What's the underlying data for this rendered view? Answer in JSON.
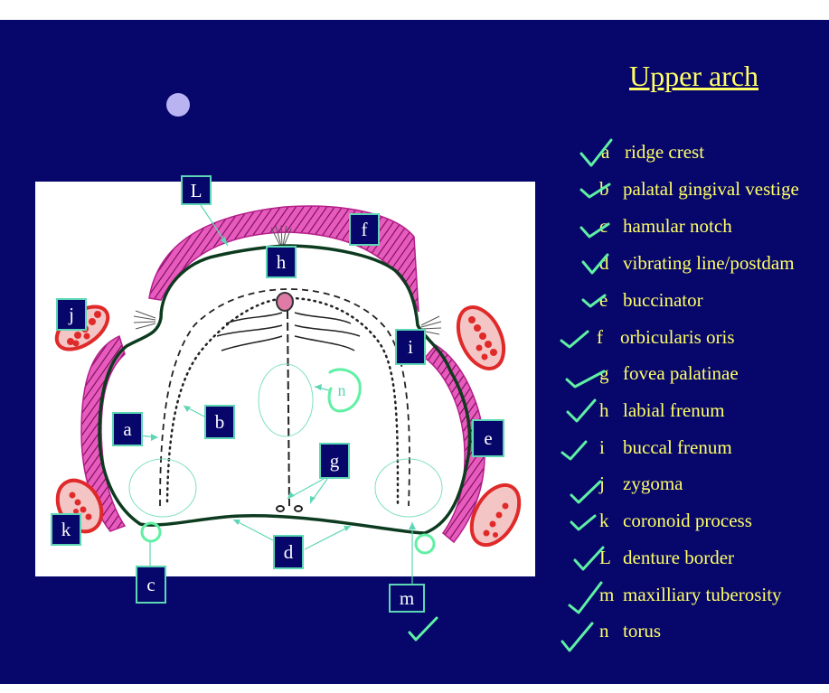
{
  "slide": {
    "title": "Upper arch",
    "legend": [
      {
        "key": "a",
        "text": "ridge crest"
      },
      {
        "key": "b",
        "text": "palatal gingival vestige"
      },
      {
        "key": "c",
        "text": "hamular notch"
      },
      {
        "key": "d",
        "text": "vibrating line/postdam"
      },
      {
        "key": "e",
        "text": "buccinator"
      },
      {
        "key": "f",
        "text": "orbicularis oris"
      },
      {
        "key": "g",
        "text": "fovea palatinae"
      },
      {
        "key": "h",
        "text": "labial frenum"
      },
      {
        "key": "i",
        "text": "buccal frenum"
      },
      {
        "key": "j",
        "text": "zygoma"
      },
      {
        "key": "k",
        "text": "coronoid process"
      },
      {
        "key": "L",
        "text": "denture border"
      },
      {
        "key": "m",
        "text": "maxilliary tuberosity"
      },
      {
        "key": "n",
        "text": "torus"
      }
    ]
  },
  "diagram": {
    "labels": {
      "a": "a",
      "b": "b",
      "c": "c",
      "d": "d",
      "e": "e",
      "f": "f",
      "g": "g",
      "h": "h",
      "i": "i",
      "j": "j",
      "k": "k",
      "L": "L",
      "m": "m",
      "n": "n"
    }
  },
  "colors": {
    "background": "#06066b",
    "title_text": "#ffff66",
    "annotation_green": "#5dd6b5",
    "muscle_magenta": "#d93ba8",
    "bone_red": "#e02a2a",
    "bullet": "#b9b3f2"
  }
}
